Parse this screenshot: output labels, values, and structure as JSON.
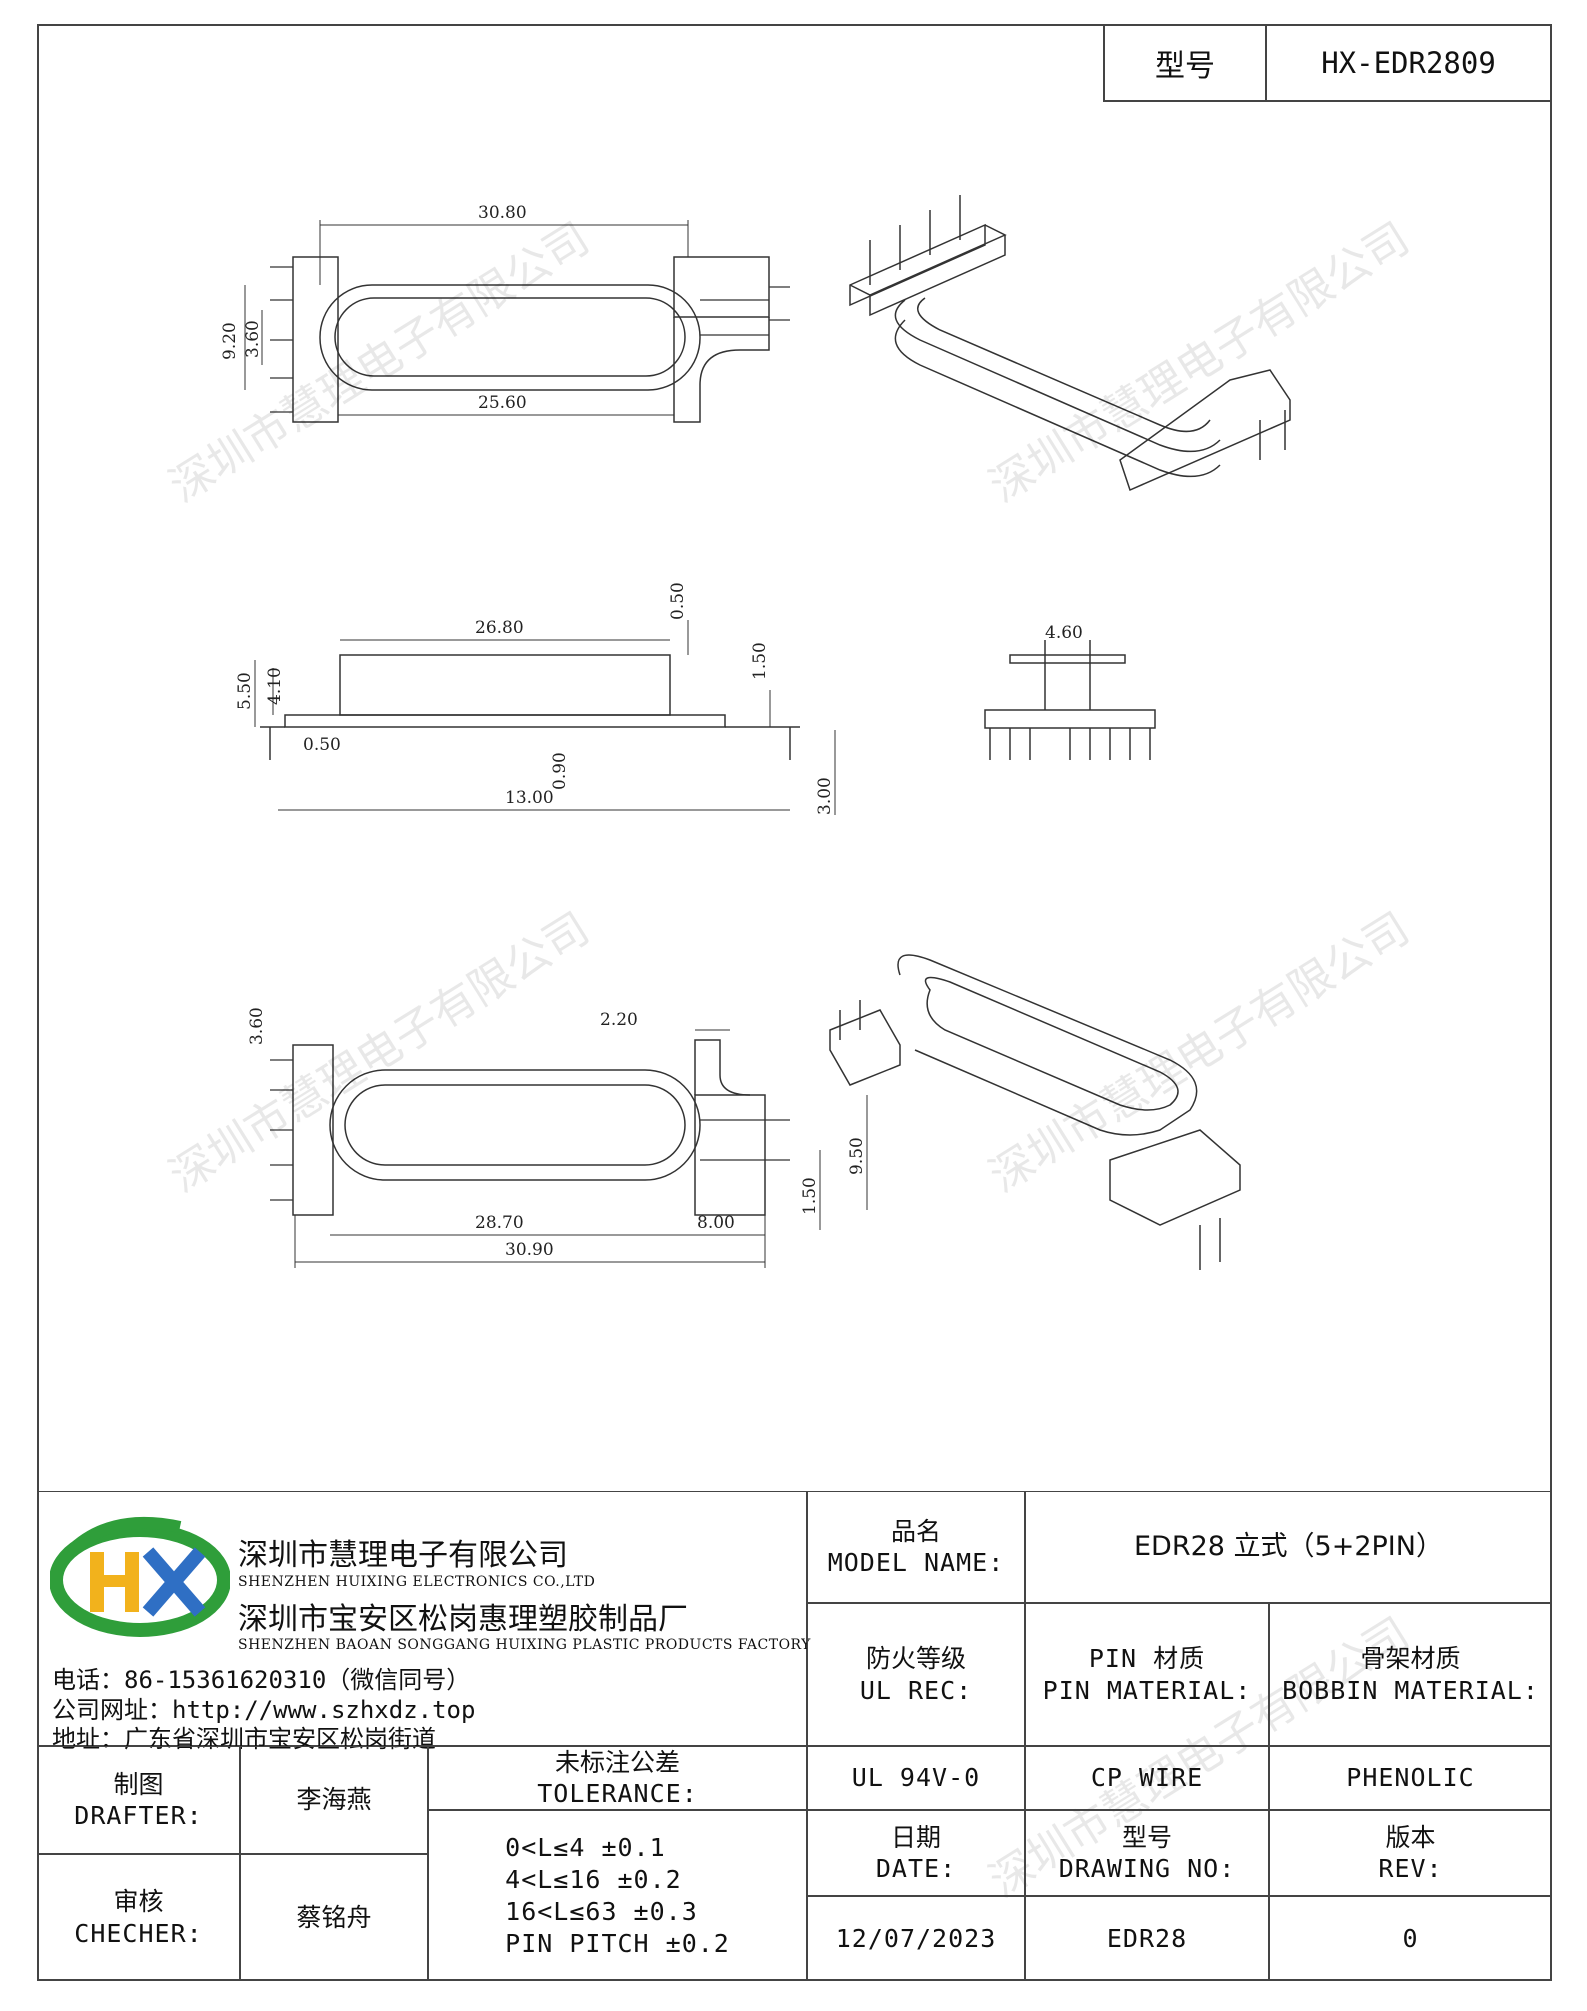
{
  "model_box": {
    "label": "型号",
    "value": "HX-EDR2809"
  },
  "drawings": {
    "top_view": {
      "d1": "30.80",
      "d2": "25.60",
      "d3": "9.20",
      "d4": "3.60"
    },
    "side_view": {
      "d1": "26.80",
      "d2": "0.50",
      "d3": "1.50",
      "d4": "5.50",
      "d5": "4.10",
      "d6": "0.50",
      "d7": "0.90",
      "d8": "13.00",
      "d9": "3.00"
    },
    "end_view": {
      "d1": "4.60"
    },
    "bottom_view": {
      "d1": "3.60",
      "d2": "2.20",
      "d3": "9.50",
      "d4": "1.50",
      "d5": "28.70",
      "d6": "8.00",
      "d7": "30.90"
    }
  },
  "watermark": "深圳市慧理电子有限公司",
  "company": {
    "logo_text": "HX",
    "name_cn": "深圳市慧理电子有限公司",
    "name_en": "SHENZHEN HUIXING ELECTRONICS CO.,LTD",
    "factory_cn": "深圳市宝安区松岗惠理塑胶制品厂",
    "factory_en": "SHENZHEN BAOAN SONGGANG HUIXING PLASTIC PRODUCTS FACTORY",
    "phone_label": "电话：",
    "phone": "86-15361620310",
    "phone_note": "（微信同号）",
    "web_label": "公司网址：",
    "web": "http://www.szhxdz.top",
    "addr_label": "地址：",
    "addr": "广东省深圳市宝安区松岗街道"
  },
  "title_block": {
    "model_name_cn": "品名",
    "model_name_en": "MODEL NAME:",
    "model_name_value": "EDR28 立式（5+2PIN）",
    "ul_cn": "防火等级",
    "ul_en": "UL REC:",
    "pin_mat_cn": "PIN 材质",
    "pin_mat_en": "PIN MATERIAL:",
    "bobbin_mat_cn": "骨架材质",
    "bobbin_mat_en": "BOBBIN MATERIAL:",
    "ul_value": "UL 94V-0",
    "pin_value": "CP WIRE",
    "bobbin_value": "PHENOLIC",
    "drafter_cn": "制图",
    "drafter_en": "DRAFTER:",
    "drafter_name": "李海燕",
    "checker_cn": "审核",
    "checker_en": "CHECHER:",
    "checker_name": "蔡铭舟",
    "tolerance_cn": "未标注公差",
    "tolerance_en": "TOLERANCE:",
    "tolerances": [
      "0<L≤4  ±0.1",
      "4<L≤16 ±0.2",
      "16<L≤63 ±0.3",
      "PIN PITCH ±0.2"
    ],
    "date_cn": "日期",
    "date_en": "DATE:",
    "date_value": "12/07/2023",
    "drawing_no_cn": "型号",
    "drawing_no_en": "DRAWING NO:",
    "drawing_no_value": "EDR28",
    "rev_cn": "版本",
    "rev_en": "REV:",
    "rev_value": "0"
  }
}
